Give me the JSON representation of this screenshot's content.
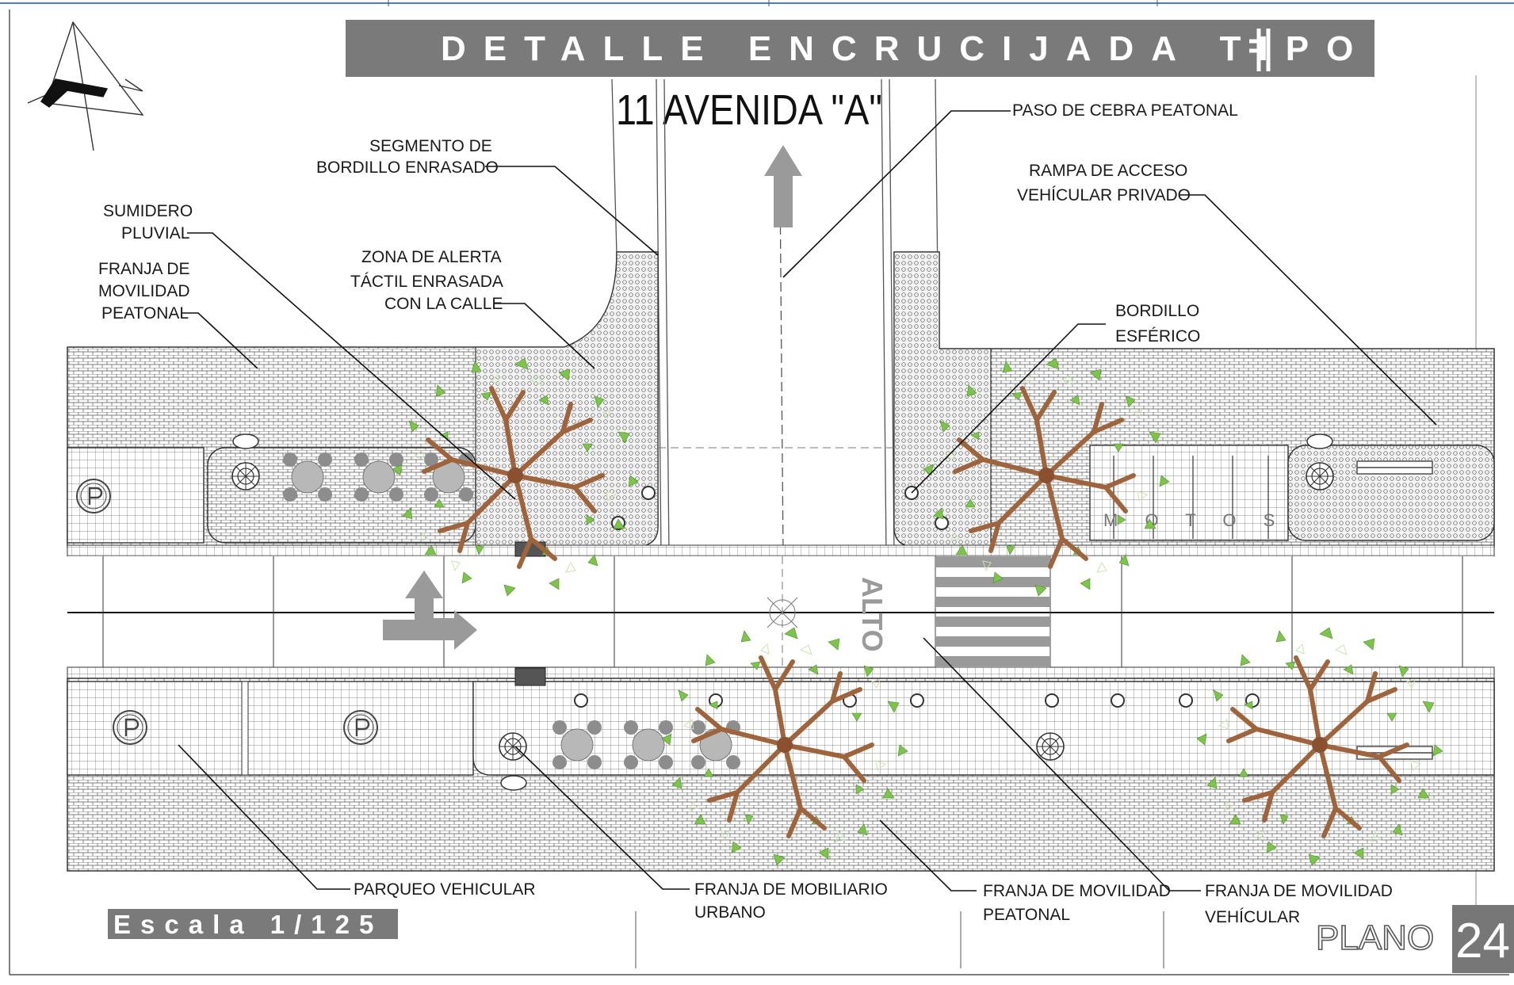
{
  "title": "DETALLE ENCRUCIJADA TIPO",
  "street_name": "11 AVENIDA \"A\"",
  "road_marking": "ALTO",
  "parking_marking": "M O T O S",
  "scale": "Escala 1/125",
  "plan_label": "PLANO",
  "plan_number": "24",
  "labels": {
    "paso_cebra": "PASO DE CEBRA PEATONAL",
    "segmento_1": "SEGMENTO DE",
    "segmento_2": "BORDILLO ENRASADO",
    "rampa_1": "RAMPA DE ACCESO",
    "rampa_2": "VEHÍCULAR PRIVADO",
    "sumidero_1": "SUMIDERO",
    "sumidero_2": "PLUVIAL",
    "franja_peatonal_top_1": "FRANJA DE",
    "franja_peatonal_top_2": "MOVILIDAD",
    "franja_peatonal_top_3": "PEATONAL",
    "zona_1": "ZONA DE ALERTA",
    "zona_2": "TÁCTIL ENRASADA",
    "zona_3": "CON LA CALLE",
    "bordillo_1": "BORDILLO",
    "bordillo_2": "ESFÉRICO",
    "parqueo": "PARQUEO VEHICULAR",
    "mobiliario_1": "FRANJA DE MOBILIARIO",
    "mobiliario_2": "URBANO",
    "peatonal_bottom_1": "FRANJA DE MOVILIDAD",
    "peatonal_bottom_2": "PEATONAL",
    "vehicular_1": "FRANJA DE MOVILIDAD",
    "vehicular_2": "VEHÍCULAR"
  },
  "colors": {
    "banner": "#7a7a7a",
    "banner_text": "#ffffff",
    "line": "#222222",
    "arrow": "#9a9a9a",
    "tree_trunk": "#a0643c",
    "tree_leaf": "#6cbf3c"
  },
  "icons": [
    "north-arrow-icon",
    "parking-icon",
    "tree-icon",
    "table-set-icon",
    "drain-icon",
    "bollard-icon",
    "bench-icon",
    "direction-arrow-icon"
  ]
}
